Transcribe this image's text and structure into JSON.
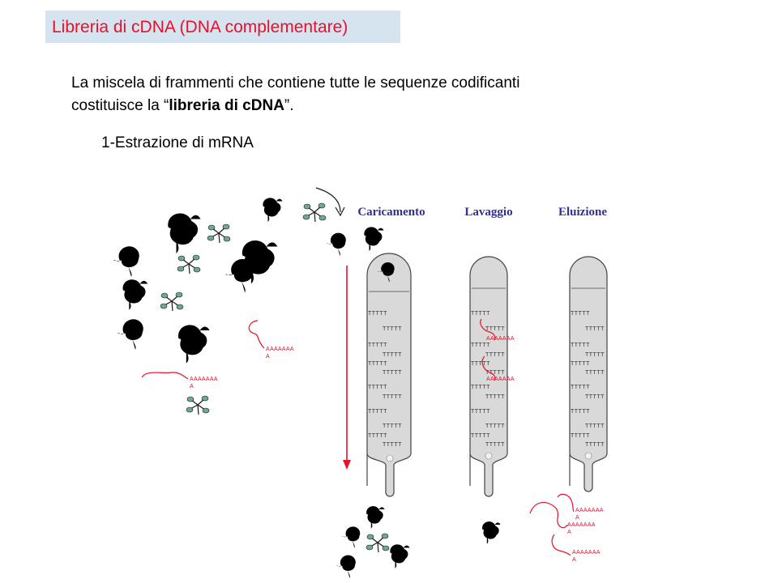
{
  "slide": {
    "title": "Libreria di cDNA (DNA complementare)",
    "intro_line1": "La miscela di frammenti che contiene tutte le sequenze codificanti",
    "intro_line2_prefix": "costituisce la “",
    "intro_line2_bold": "libreria di cDNA",
    "intro_line2_suffix": "”.",
    "step": "1-Estrazione di mRNA"
  },
  "diagram": {
    "stages": [
      "Caricamento",
      "Lavaggio",
      "Eluizione"
    ],
    "oligo_dt_label": "TTTTT",
    "poly_a_label": "AAAAAAA",
    "poly_a_tail": "A"
  },
  "colors": {
    "title_text": "#e8102a",
    "title_background": "#d6e4f0",
    "stage_label": "#2e3192",
    "mrna": "#e8102a",
    "arrow": "#e8102a",
    "column_fill": "#d9d9d9",
    "protein": "#6fa89a"
  }
}
